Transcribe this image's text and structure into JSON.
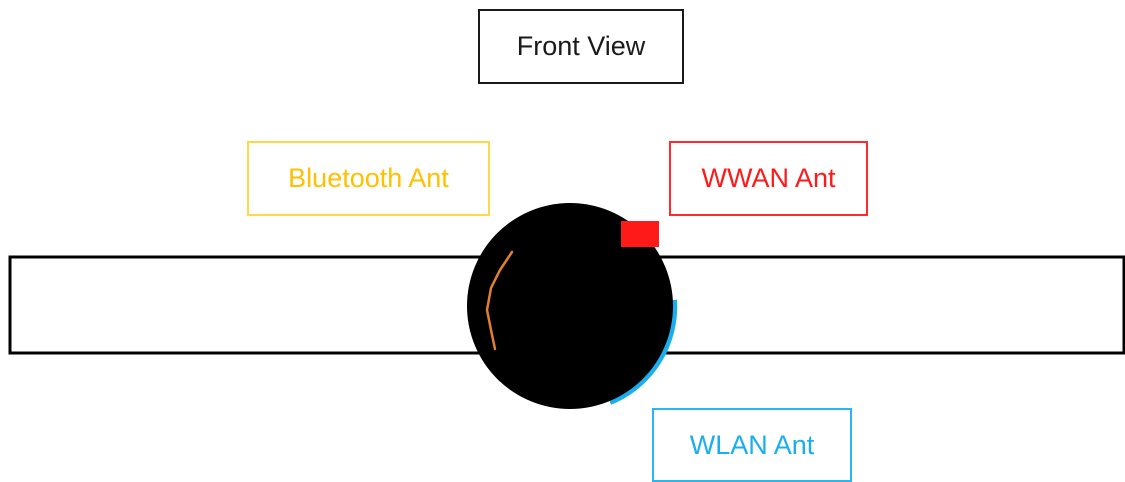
{
  "labels": {
    "front_view": "Front View",
    "bluetooth": "Bluetooth Ant",
    "wwan": "WWAN Ant",
    "wlan": "WLAN Ant"
  },
  "colors": {
    "outline": "#000000",
    "bluetooth": "#ffc000",
    "wwan": "#ff1a1a",
    "wlan": "#1aaef0",
    "body": "#000000",
    "bluetooth_trace": "#e08030"
  }
}
